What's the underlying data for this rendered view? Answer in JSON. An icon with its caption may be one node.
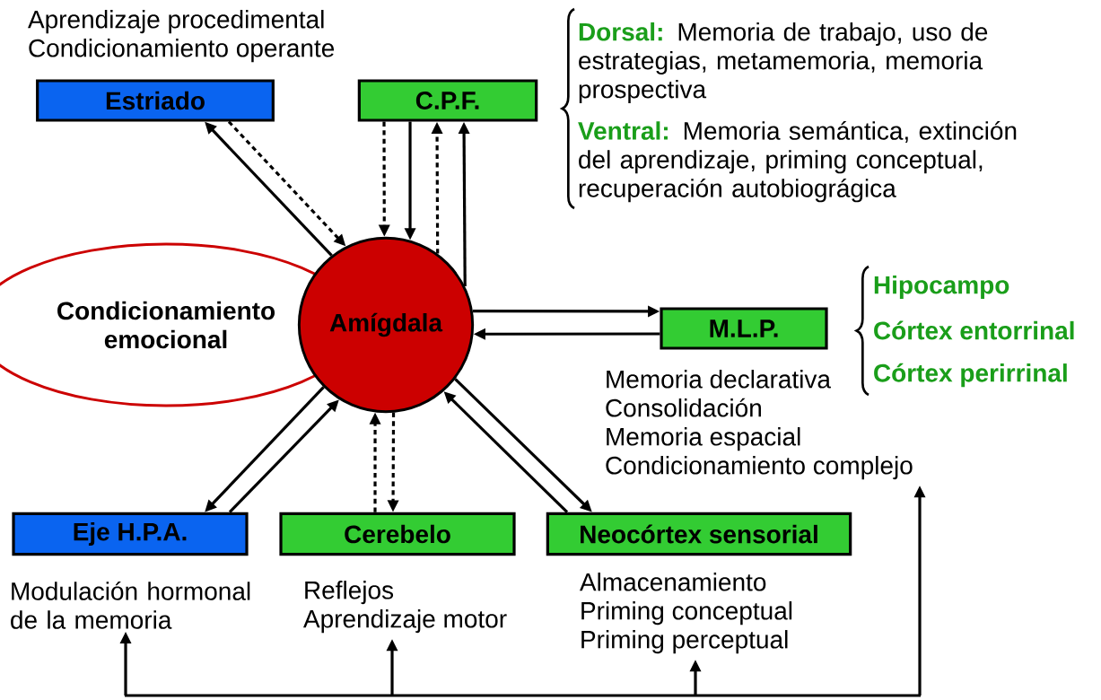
{
  "diagram": {
    "nodes": [
      {
        "text": [
          "Estriado"
        ],
        "beside": [
          "Aprendizaje procedimental",
          "Condicionamiento operante"
        ]
      },
      {
        "text": [
          "C.P.F."
        ]
      },
      {
        "text": [
          "Condicionamiento emocional"
        ]
      },
      {
        "text": [
          "Amígdala"
        ]
      },
      {
        "text": [
          "M.L.P."
        ]
      },
      {
        "text": [
          "Eje H.P.A."
        ]
      },
      {
        "text": [
          "Cerebelo"
        ]
      },
      {
        "text": [
          "Neocórtex sensorial"
        ]
      },
      {
        "text": [
          "Modulación hormonal de la memoria"
        ]
      },
      {
        "text": [
          "Reflejos",
          "Aprendizaje motor"
        ]
      },
      {
        "text": [
          "Almacenamiento",
          "Priming conceptual",
          "Priming perceptual"
        ]
      },
      {
        "text": [
          "Memoria declarativa",
          "Consolidación",
          "Memoria espacial",
          "Condicionamiento complejo"
        ]
      }
    ],
    "edges": [
      {
        "from": 3,
        "to": 0,
        "arrow": "to"
      },
      {
        "from": 0,
        "to": 3,
        "arrow": "to",
        "style": "dashed"
      },
      {
        "from": 1,
        "to": 3,
        "arrow": "to",
        "style": "dashed"
      },
      {
        "from": 1,
        "to": 3,
        "arrow": "to"
      },
      {
        "from": 3,
        "to": 1,
        "arrow": "to",
        "style": "dashed"
      },
      {
        "from": 3,
        "to": 1,
        "arrow": "to"
      },
      {
        "from": 3,
        "to": 4,
        "arrow": "to"
      },
      {
        "from": 4,
        "to": 3,
        "arrow": "to"
      },
      {
        "from": 3,
        "to": 5,
        "arrow": "to"
      },
      {
        "from": 5,
        "to": 3,
        "arrow": "to"
      },
      {
        "from": 6,
        "to": 3,
        "arrow": "to",
        "style": "dashed"
      },
      {
        "from": 3,
        "to": 6,
        "arrow": "to",
        "style": "dashed"
      },
      {
        "from": 7,
        "to": 3,
        "arrow": "to"
      },
      {
        "from": 3,
        "to": 7,
        "arrow": "to"
      },
      {
        "from": null,
        "to": 8,
        "arrow": "to"
      },
      {
        "from": null,
        "to": 9,
        "arrow": "to"
      },
      {
        "from": null,
        "to": 10,
        "arrow": "to"
      },
      {
        "from": null,
        "to": 11,
        "arrow": "to"
      }
    ],
    "labels": [
      "**Dorsal:** Memoria de trabajo, uso de estrategias, metamemoria, memoria prospectiva",
      "**Ventral:** Memoria semántica, extinción del aprendizaje, priming conceptual, recuperación autobiográgica",
      "Hipocampo",
      "Córtex entorrinal",
      "Córtex perirrinal"
    ]
  }
}
